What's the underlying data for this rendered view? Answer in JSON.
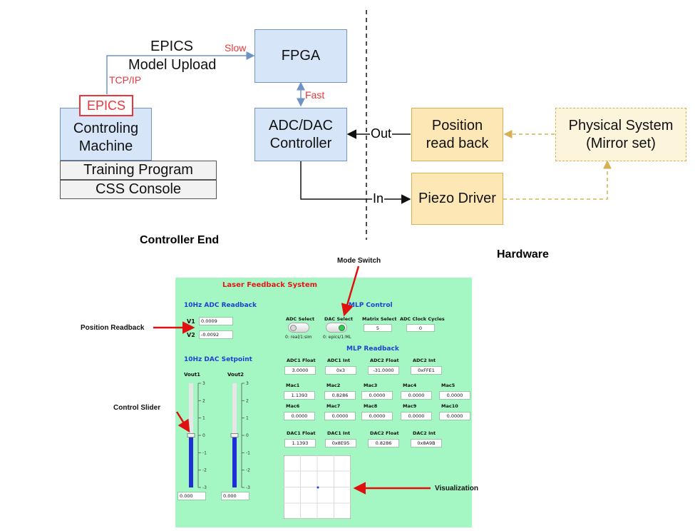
{
  "diagram": {
    "epics_link_label_1": "EPICS",
    "epics_link_label_2": "Model Upload",
    "slow_label": "Slow",
    "tcpip_label": "TCP/IP",
    "fast_label": "Fast",
    "out_label": "Out",
    "in_label": "In",
    "fpga_label": "FPGA",
    "adc_dac_label_1": "ADC/DAC",
    "adc_dac_label_2": "Controller",
    "epics_badge": "EPICS",
    "controlling_label_1": "Controling",
    "controlling_label_2": "Machine",
    "training_label": "Training Program",
    "css_label": "CSS Console",
    "position_label_1": "Position",
    "position_label_2": "read back",
    "piezo_label": "Piezo Driver",
    "physical_label_1": "Physical System",
    "physical_label_2": "(Mirror set)",
    "controller_end_label": "Controller End",
    "hardware_label": "Hardware",
    "colors": {
      "blue_box": "#d6e6f8",
      "yellow_box": "#fde7b5",
      "red_accent": "#e8383b",
      "gui_background": "#a4f7c3"
    }
  },
  "annotations": {
    "mode_switch": "Mode Switch",
    "position_readback": "Position Readback",
    "control_slider": "Control Slider",
    "visualization": "Visualization"
  },
  "gui": {
    "title": "Laser  Feedback System",
    "adc_section": "10Hz ADC Readback",
    "v1_label": "V1",
    "v1_value": "0.0009",
    "v2_label": "V2",
    "v2_value": "-0.0092",
    "dac_section": "10Hz DAC Setpoint",
    "vout1_label": "Vout1",
    "vout2_label": "Vout2",
    "vout1_value": "0.000",
    "vout2_value": "0.000",
    "vout1_level": 0,
    "vout2_level": 0,
    "slider_ticks": [
      "3",
      "2",
      "1",
      "0",
      "-1",
      "-2",
      "-3"
    ],
    "mlp_control_section": "MLP Control",
    "adc_select_label": "ADC Select",
    "dac_select_label": "DAC Select",
    "matrix_select_label": "Matrix Select",
    "matrix_select_value": "5",
    "adc_clock_label": "ADC Clock Cycles",
    "adc_clock_value": "0",
    "adc_select_caption": "0: real/1:sim",
    "dac_select_caption": "0: epics/1:ML",
    "mlp_readback_section": "MLP Readback",
    "readback_row1": [
      {
        "label": "ADC1 Float",
        "value": "3.0000"
      },
      {
        "label": "ADC1 Int",
        "value": "0x3"
      },
      {
        "label": "ADC2 Float",
        "value": "-31.0000"
      },
      {
        "label": "ADC2 Int",
        "value": "0xFFE1"
      }
    ],
    "mac_row1": [
      {
        "label": "Mac1",
        "value": "1.1393"
      },
      {
        "label": "Mac2",
        "value": "0.8286"
      },
      {
        "label": "Mac3",
        "value": "0.0000"
      },
      {
        "label": "Mac4",
        "value": "0.0000"
      },
      {
        "label": "Mac5",
        "value": "0.0000"
      }
    ],
    "mac_row2": [
      {
        "label": "Mac6",
        "value": "0.0000"
      },
      {
        "label": "Mac7",
        "value": "0.0000"
      },
      {
        "label": "Mac8",
        "value": "0.0000"
      },
      {
        "label": "Mac9",
        "value": "0.0000"
      },
      {
        "label": "Mac10",
        "value": "0.0000"
      }
    ],
    "dac_row": [
      {
        "label": "DAC1 Float",
        "value": "1.1393"
      },
      {
        "label": "DAC1 Int",
        "value": "0x8E95"
      },
      {
        "label": "DAC2 Float",
        "value": "0.8286"
      },
      {
        "label": "DAC2 Int",
        "value": "0x8A9B"
      }
    ]
  }
}
